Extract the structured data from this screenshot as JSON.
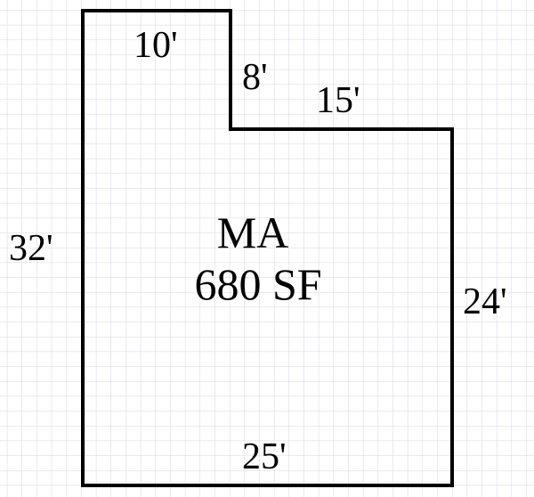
{
  "plan": {
    "area_label": "MA",
    "area_value": "680 SF",
    "dimensions": {
      "top": "10'",
      "notch_vertical": "8'",
      "notch_horizontal": "15'",
      "left": "32'",
      "right": "24'",
      "bottom": "25'"
    }
  },
  "colors": {
    "grid": "#d4d4e2",
    "outline": "#000000"
  }
}
